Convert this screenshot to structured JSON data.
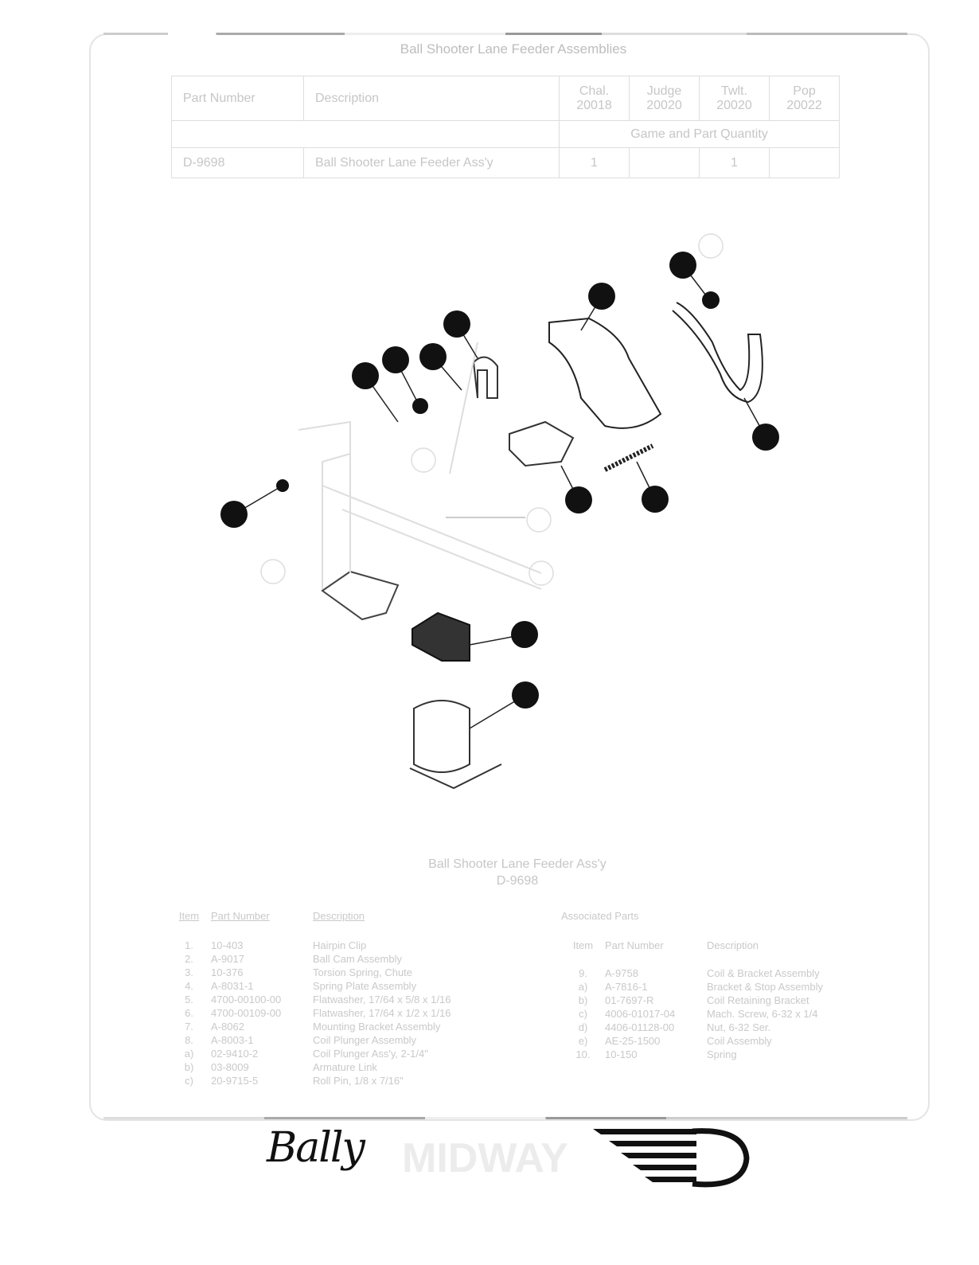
{
  "page_title": "Ball Shooter Lane Feeder Assemblies",
  "qty_table": {
    "headers": {
      "part_number": "Part Number",
      "description": "Description"
    },
    "games": [
      {
        "name": "Chal.",
        "number": "20018"
      },
      {
        "name": "Judge",
        "number": "20020"
      },
      {
        "name": "Twlt.",
        "number": "20020"
      },
      {
        "name": "Pop",
        "number": "20022"
      }
    ],
    "quantity_label": "Game and Part Quantity",
    "rows": [
      {
        "part_number": "D-9698",
        "description": "Ball Shooter Lane Feeder Ass'y",
        "quantities": [
          "1",
          "",
          "1",
          ""
        ]
      }
    ]
  },
  "diagram": {
    "caption_line1": "Ball Shooter Lane Feeder Ass'y",
    "caption_line2": "D-9698"
  },
  "parts_list": {
    "headers": {
      "item": "Item",
      "part_number": "Part Number",
      "description": "Description"
    },
    "items": [
      {
        "item": "1.",
        "part_number": "10-403",
        "description": "Hairpin Clip"
      },
      {
        "item": "2.",
        "part_number": "A-9017",
        "description": "Ball Cam Assembly"
      },
      {
        "item": "3.",
        "part_number": "10-376",
        "description": "Torsion Spring, Chute"
      },
      {
        "item": "4.",
        "part_number": "A-8031-1",
        "description": "Spring Plate Assembly"
      },
      {
        "item": "5.",
        "part_number": "4700-00100-00",
        "description": "Flatwasher, 17/64 x 5/8 x 1/16"
      },
      {
        "item": "6.",
        "part_number": "4700-00109-00",
        "description": "Flatwasher, 17/64 x 1/2 x 1/16"
      },
      {
        "item": "7.",
        "part_number": "A-8062",
        "description": "Mounting Bracket Assembly"
      },
      {
        "item": "8.",
        "part_number": "A-8003-1",
        "description": "Coil Plunger Assembly"
      },
      {
        "item": "a)",
        "part_number": "02-9410-2",
        "description": "Coil Plunger Ass'y, 2-1/4\""
      },
      {
        "item": "b)",
        "part_number": "03-8009",
        "description": "Armature Link"
      },
      {
        "item": "c)",
        "part_number": "20-9715-5",
        "description": "Roll Pin, 1/8 x 7/16\""
      }
    ],
    "associated_label": "Associated Parts",
    "associated_items": [
      {
        "item": "9.",
        "part_number": "A-9758",
        "description": "Coil & Bracket Assembly"
      },
      {
        "item": "a)",
        "part_number": "A-7816-1",
        "description": "Bracket & Stop Assembly"
      },
      {
        "item": "b)",
        "part_number": "01-7697-R",
        "description": "Coil Retaining Bracket"
      },
      {
        "item": "c)",
        "part_number": "4006-01017-04",
        "description": "Mach. Screw, 6-32 x 1/4"
      },
      {
        "item": "d)",
        "part_number": "4406-01128-00",
        "description": "Nut, 6-32 Ser."
      },
      {
        "item": "e)",
        "part_number": "AE-25-1500",
        "description": "Coil Assembly"
      },
      {
        "item": "10.",
        "part_number": "10-150",
        "description": "Spring"
      }
    ]
  },
  "footer": {
    "logo_bally": "Bally",
    "logo_midway": "MIDWAY"
  }
}
